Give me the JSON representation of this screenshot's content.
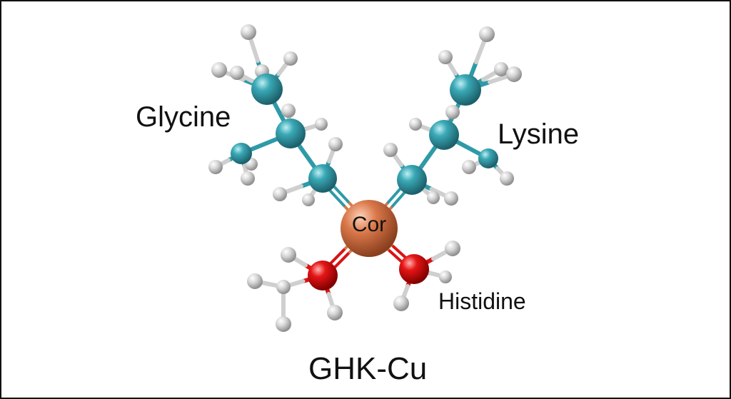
{
  "title": "GHK-Cu",
  "center_atom_label": "Cor",
  "groups": {
    "glycine": "Glycine",
    "lysine": "Lysine",
    "histidine": "Histidine"
  },
  "colors": {
    "carbon": "#2e9aa8",
    "hydrogen": "#d8d8d8",
    "oxygen": "#e01010",
    "copper": "#d9784a",
    "border": "#111111"
  }
}
